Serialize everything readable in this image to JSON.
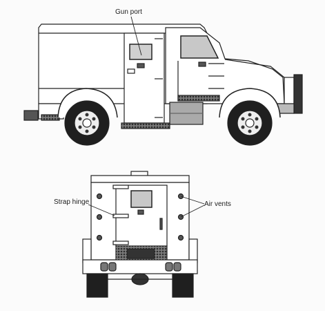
{
  "labels": {
    "gun_port": "Gun port",
    "strap_hinge": "Strap hinge",
    "air_vents": "Air vents"
  },
  "colors": {
    "background": "#fbfbfb",
    "outline": "#222222",
    "body_fill": "#ffffff",
    "wheel": "#1f1f1f",
    "window": "#c8c8c8"
  }
}
